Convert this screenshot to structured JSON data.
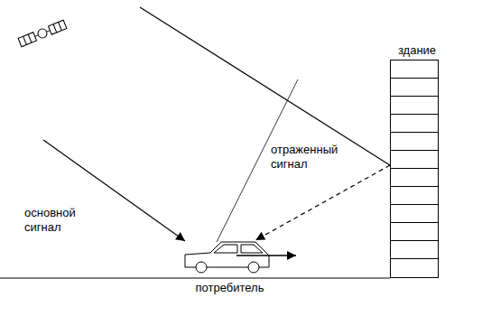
{
  "diagram": {
    "nodes": [
      {
        "text": [
          "здание"
        ]
      },
      {
        "text": [
          "потребитель"
        ]
      }
    ],
    "edges": [
      {
        "from": 0,
        "to": 1,
        "arrow": "to",
        "label": "отраженный сигнал"
      }
    ],
    "labels": [
      "основной сигнал"
    ]
  }
}
